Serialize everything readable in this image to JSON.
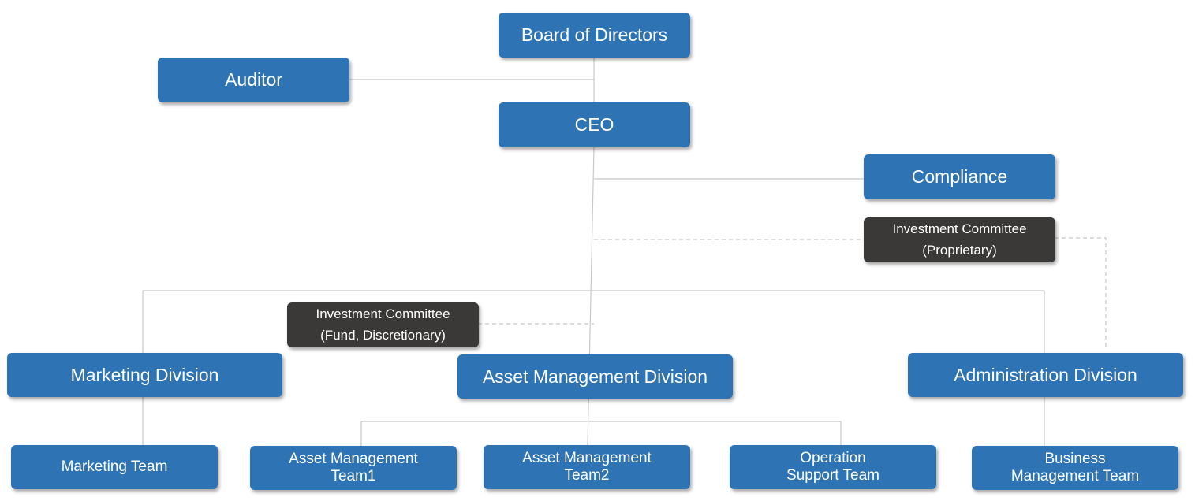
{
  "colors": {
    "box_blue": "#2e74b5",
    "box_dark": "#3b3938",
    "line": "#c8c8c8",
    "text": "#ffffff"
  },
  "nodes": {
    "board": "Board of Directors",
    "auditor": "Auditor",
    "ceo": "CEO",
    "compliance": "Compliance",
    "ic_proprietary": "Investment Committee\n(Proprietary)",
    "ic_fund": "Investment Committee\n(Fund, Discretionary)",
    "marketing_division": "Marketing Division",
    "asset_management_division": "Asset Management Division",
    "administration_division": "Administration Division",
    "marketing_team": "Marketing Team",
    "asset_management_team1": "Asset Management\nTeam1",
    "asset_management_team2": "Asset Management\nTeam2",
    "operation_support_team": "Operation\nSupport Team",
    "business_management_team": "Business\nManagement Team"
  }
}
